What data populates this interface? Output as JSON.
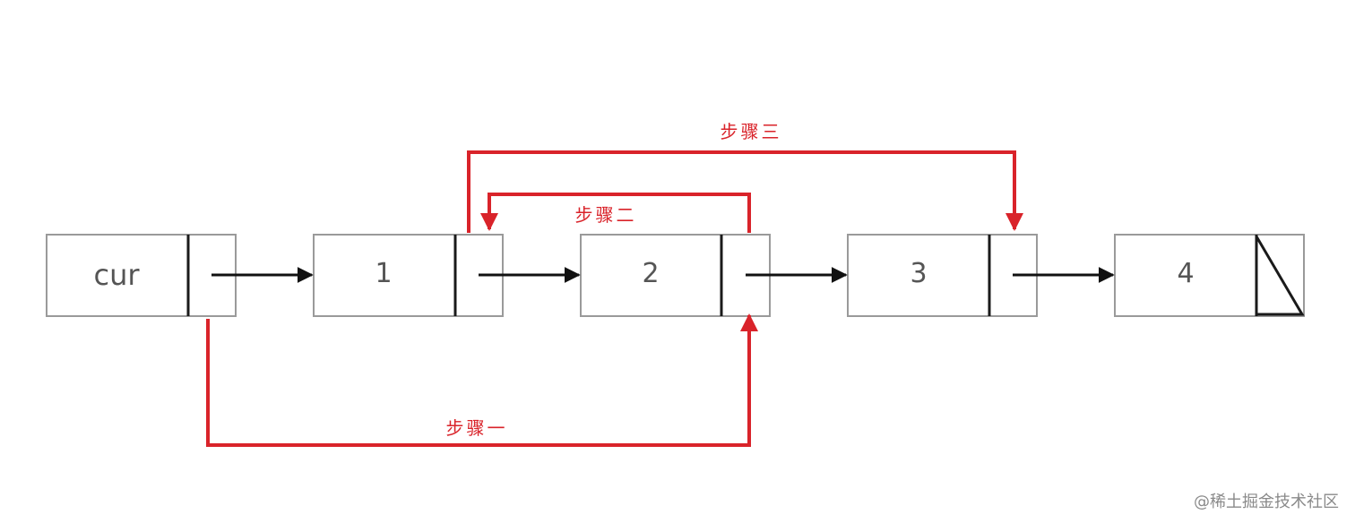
{
  "nodes": [
    {
      "label": "cur",
      "null_next": false
    },
    {
      "label": "1",
      "null_next": false
    },
    {
      "label": "2",
      "null_next": false
    },
    {
      "label": "3",
      "null_next": false
    },
    {
      "label": "4",
      "null_next": true
    }
  ],
  "steps": {
    "step1": "步骤一",
    "step2": "步骤二",
    "step3": "步骤三"
  },
  "watermark": "@稀土掘金技术社区",
  "colors": {
    "box_border": "#9a9a9a",
    "divider": "#1a1a1a",
    "arrow": "#111111",
    "step_arrow": "#d9232a",
    "label_text": "#555555",
    "watermark": "#8a8a8a"
  }
}
